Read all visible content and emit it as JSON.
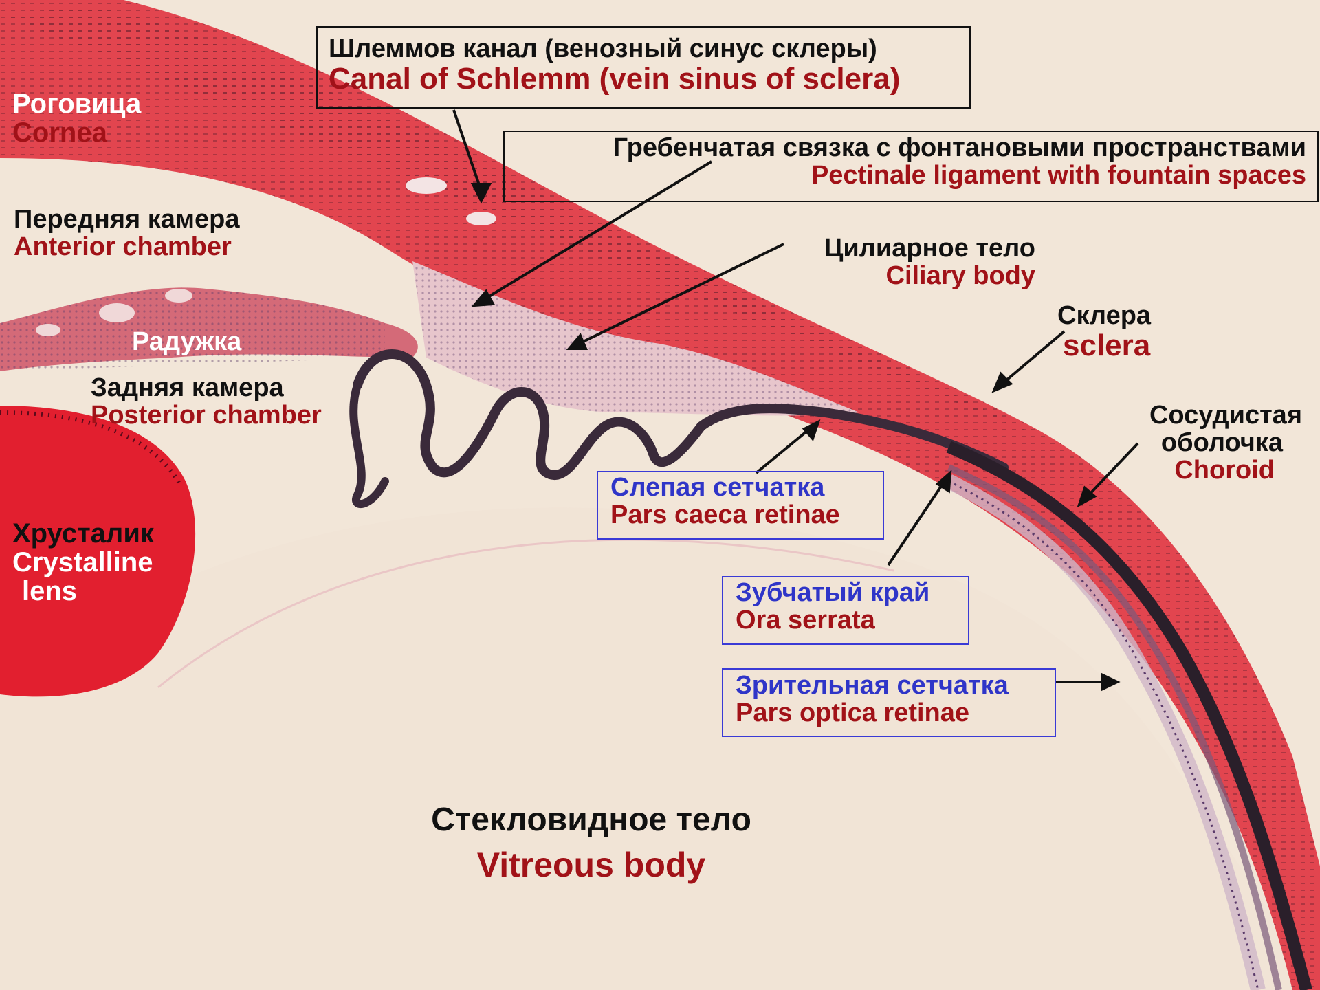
{
  "labels": {
    "cornea": {
      "ru": "Роговица",
      "en": "Cornea"
    },
    "anterior_chamber": {
      "ru": "Передняя камера",
      "en": "Anterior chamber"
    },
    "iris": {
      "ru": "Радужка"
    },
    "posterior_chamber": {
      "ru": "Задняя камера",
      "en": "Posterior chamber"
    },
    "lens": {
      "ru": "Хрусталик",
      "en1": "Crystalline",
      "en2": "lens"
    },
    "schlemm": {
      "ru": "Шлеммов канал (венозный синус склеры)",
      "en": "Canal of Schlemm (vein sinus of sclera)"
    },
    "pectinate": {
      "ru": "Гребенчатая связка с фонтановыми пространствами",
      "en": "Pectinale ligament with fountain spaces"
    },
    "ciliary": {
      "ru": "Цилиарное тело",
      "en": "Ciliary body"
    },
    "sclera": {
      "ru": "Склера",
      "en": "sclera"
    },
    "choroid": {
      "ru1": "Сосудистая",
      "ru2": "оболочка",
      "en": "Choroid"
    },
    "pars_caeca": {
      "ru": "Слепая сетчатка",
      "en": "Pars caeca retinae"
    },
    "ora": {
      "ru": "Зубчатый край",
      "en": "Ora serrata"
    },
    "pars_optica": {
      "ru": "Зрительная сетчатка",
      "en": "Pars optica retinae"
    },
    "vitreous": {
      "ru": "Стекловидное тело",
      "en": "Vitreous body"
    }
  },
  "colors": {
    "background": "#f2e6d8",
    "tissue_red": "#e2454f",
    "tissue_dark": "#3a2a3a",
    "label_red": "#a11218",
    "label_blue": "#2f35c8"
  }
}
